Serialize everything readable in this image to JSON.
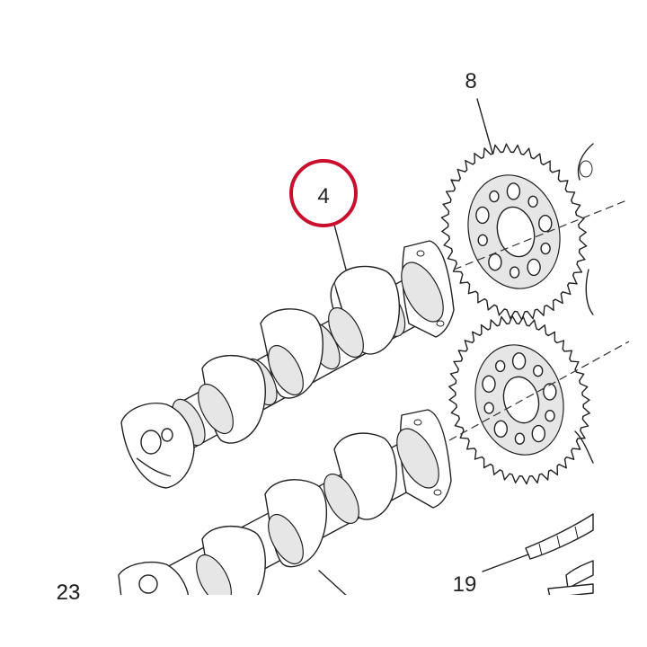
{
  "diagram": {
    "callouts": [
      {
        "id": "8",
        "text": "8"
      },
      {
        "id": "4",
        "text": "4"
      },
      {
        "id": "19",
        "text": "19"
      },
      {
        "id": "23",
        "text": "23"
      }
    ],
    "highlight_color": "#c8102e",
    "line_color": "#222222"
  }
}
